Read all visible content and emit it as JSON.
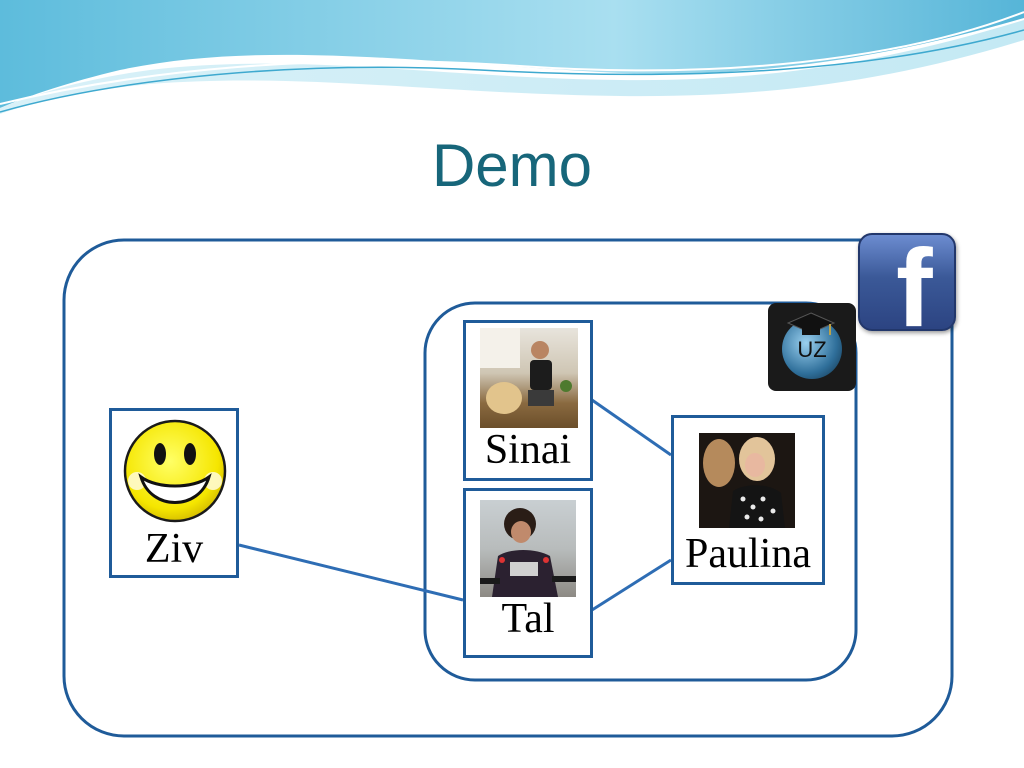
{
  "slide": {
    "title": "Demo"
  },
  "nodes": {
    "ziv": {
      "label": "Ziv"
    },
    "sinai": {
      "label": "Sinai"
    },
    "tal": {
      "label": "Tal"
    },
    "paulina": {
      "label": "Paulina"
    }
  },
  "badges": {
    "facebook": {
      "letter": "f"
    },
    "uz": {
      "text": "UZ"
    }
  },
  "colors": {
    "title": "#17667a",
    "node_border": "#1f5b99",
    "edge": "#2e6db4",
    "wave_light": "#bfe6f2",
    "wave_dark": "#3ea9cf"
  }
}
